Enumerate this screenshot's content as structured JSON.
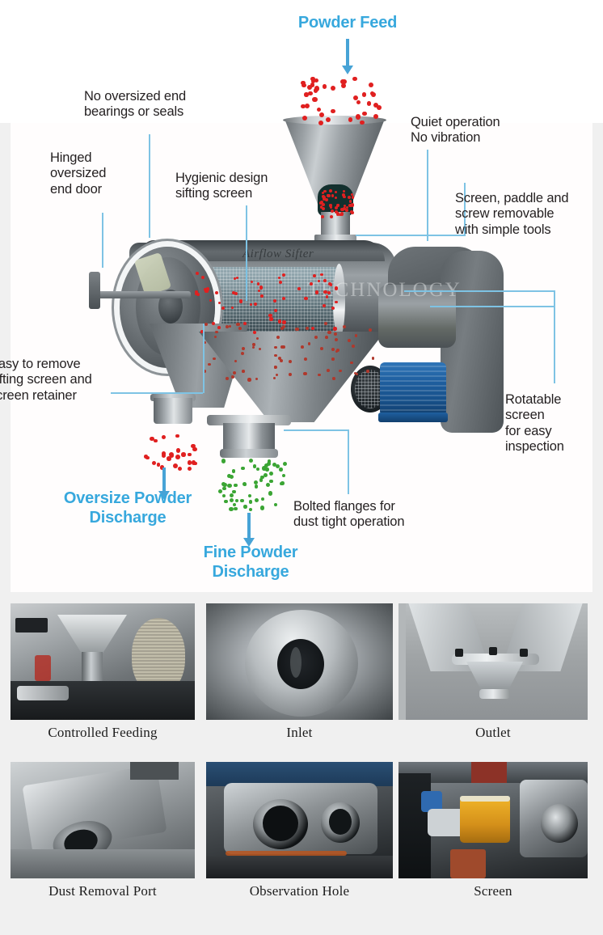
{
  "diagram": {
    "title_label": "Powder Feed",
    "callouts": [
      {
        "id": "no-oversized-bearings",
        "text": "No oversized end\nbearings or seals"
      },
      {
        "id": "hinged-end-door",
        "text": "Hinged\noversized\nend door"
      },
      {
        "id": "hygienic-sifting-screen",
        "text": "Hygienic design\nsifting screen"
      },
      {
        "id": "quiet-operation",
        "text": "Quiet operation\nNo vibration"
      },
      {
        "id": "screen-paddle-screw",
        "text": "Screen, paddle and\nscrew removable\nwith simple tools"
      },
      {
        "id": "easy-to-remove-screen",
        "text": "Easy to remove\nsifting screen and\nscreen retainer"
      },
      {
        "id": "rotatable-screen",
        "text": "Rotatable\nscreen\nfor easy\ninspection"
      },
      {
        "id": "bolted-flanges",
        "text": "Bolted flanges for\ndust tight operation"
      }
    ],
    "blue_labels": [
      {
        "id": "powder-feed",
        "text": "Powder Feed"
      },
      {
        "id": "oversize-powder-discharge",
        "text": "Oversize Powder\nDischarge"
      },
      {
        "id": "fine-powder-discharge",
        "text": "Fine Powder\nDischarge"
      }
    ],
    "watermark_text": "TECHNOLOGY",
    "brand_text": "Airflow Sifter",
    "colors": {
      "accent_blue": "#37a8dd",
      "arrow_blue": "#47a3d6",
      "leader_blue": "#7ec3e4",
      "particle_red": "#e02020",
      "particle_green": "#3ba534",
      "motor_blue": "#1f5f9f",
      "text_dark": "#231f20",
      "panel_bg": "#ffffff",
      "page_bg": "#f0f0f0"
    }
  },
  "gallery": {
    "items": [
      {
        "caption": "Controlled Feeding"
      },
      {
        "caption": "Inlet"
      },
      {
        "caption": "Outlet"
      },
      {
        "caption": "Dust Removal Port"
      },
      {
        "caption": "Observation Hole"
      },
      {
        "caption": "Screen"
      }
    ]
  }
}
